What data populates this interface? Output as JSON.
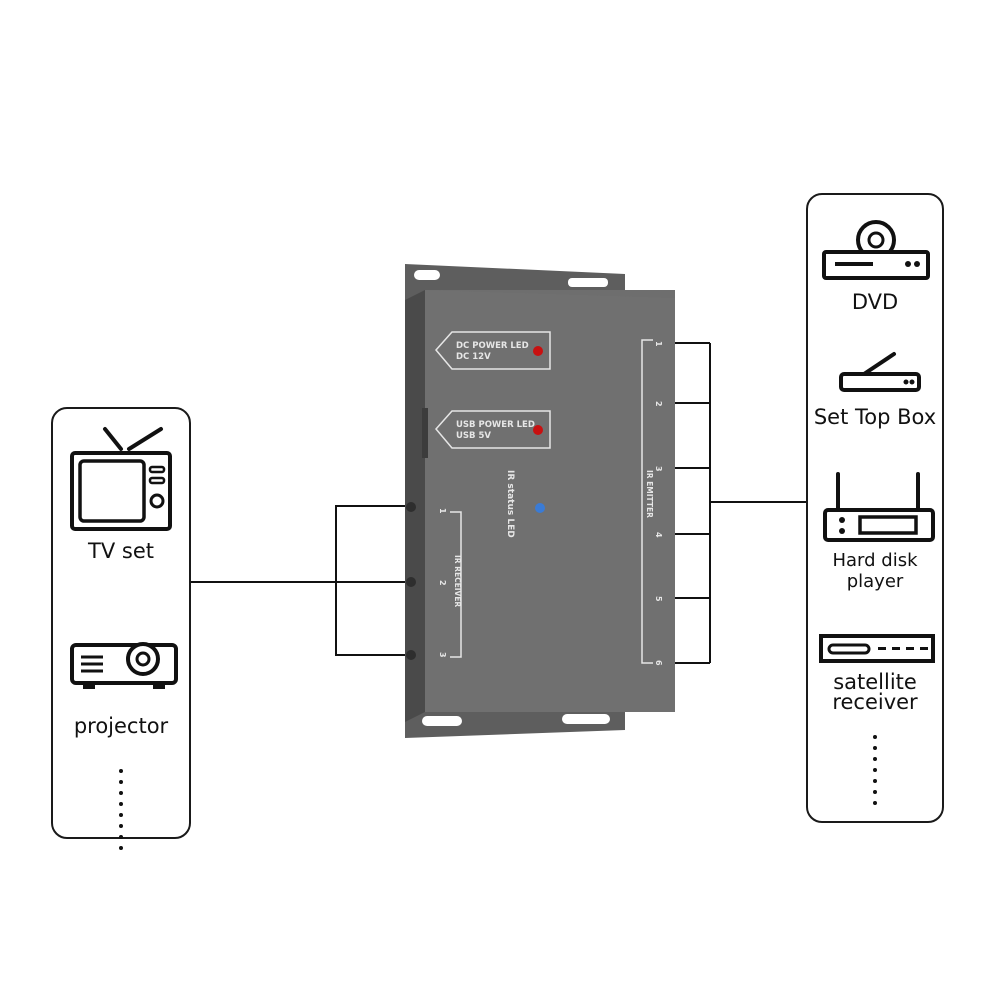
{
  "left_panel": {
    "items": [
      {
        "label": "TV set",
        "icon": "tv-icon"
      },
      {
        "label": "projector",
        "icon": "projector-icon"
      }
    ]
  },
  "right_panel": {
    "items": [
      {
        "label": "DVD",
        "icon": "dvd-player-icon"
      },
      {
        "label": "Set Top Box",
        "icon": "set-top-box-icon"
      },
      {
        "label": "Hard disk player",
        "icon": "router-icon"
      },
      {
        "label": "satellite\nreceiver",
        "label_line1": "satellite",
        "label_line2": "receiver",
        "icon": "satellite-receiver-icon"
      }
    ]
  },
  "device": {
    "dc_led_line1": "DC POWER LED",
    "dc_led_line2": "DC 12V",
    "usb_led_line1": "USB POWER LED",
    "usb_led_line2": "USB 5V",
    "ir_status": "IR status LED",
    "ir_receiver": "IR RECEIVER",
    "ir_emitter": "IR EMITTER",
    "receiver_ports": [
      "1",
      "2",
      "3"
    ],
    "emitter_ports": [
      "1",
      "2",
      "3",
      "4",
      "5",
      "6"
    ],
    "colors": {
      "body": "#6b6b6b",
      "led": "#c81010",
      "status_led": "#3a7bd5"
    }
  }
}
